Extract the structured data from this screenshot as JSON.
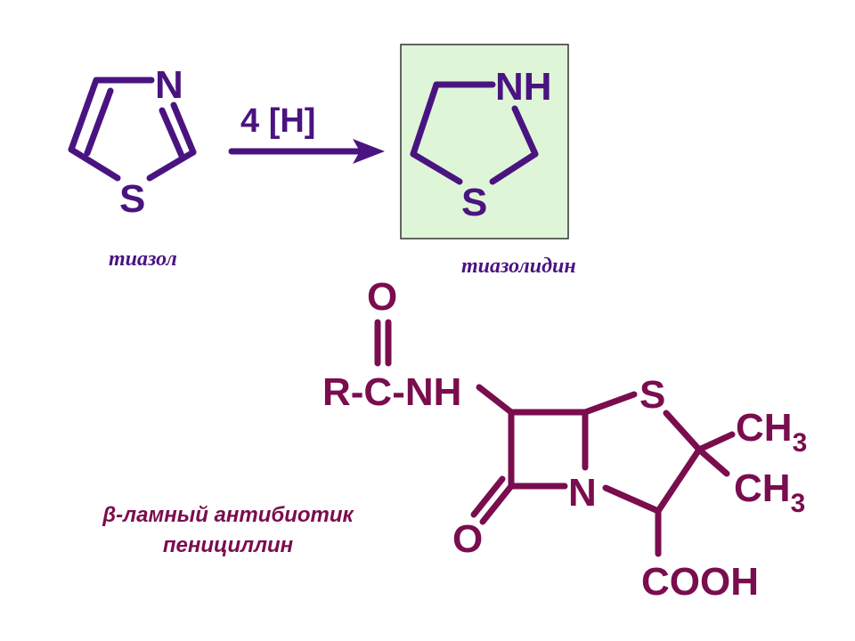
{
  "thiazole": {
    "atom_n": "N",
    "atom_s": "S",
    "caption": "тиазол"
  },
  "reaction": {
    "label": "4 [H]"
  },
  "thiazolidine": {
    "atom_nh": "NH",
    "atom_s": "S",
    "caption": "тиазолидин",
    "box_color": "#dff5d8"
  },
  "penicillin": {
    "carbonyl_o": "O",
    "side_chain": "R-C-NH",
    "atom_s": "S",
    "atom_n": "N",
    "lactam_o": "O",
    "methyl_1": "CH",
    "methyl_1_sub": "3",
    "methyl_2": "CH",
    "methyl_2_sub": "3",
    "acid": "COOH",
    "name_line_1": "β-ламный антибиотик",
    "name_line_2": "пенициллин"
  },
  "colors": {
    "purple": "#4a1480",
    "maroon": "#7a0d4e"
  }
}
